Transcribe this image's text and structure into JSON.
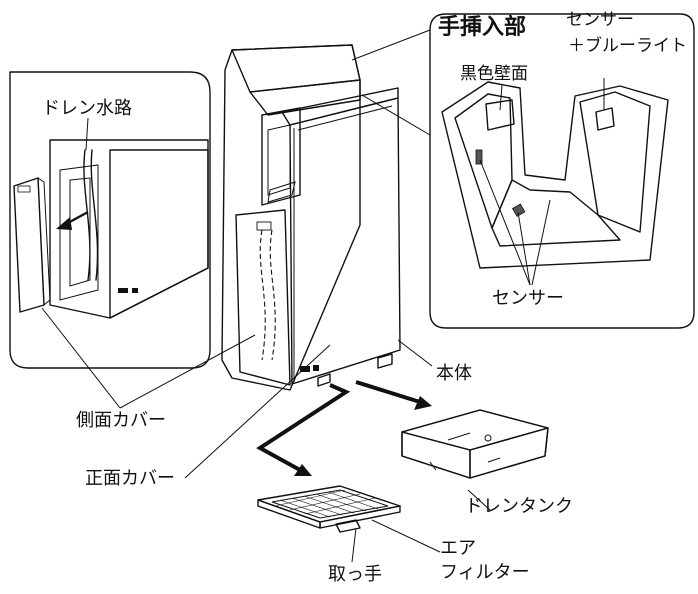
{
  "labels": {
    "hand_insertion": "手挿入部",
    "sensor_blue_light_1": "センサー",
    "sensor_blue_light_2": "＋ブルーライト",
    "black_wall": "黒色壁面",
    "drain_channel": "ドレン水路",
    "sensor": "センサー",
    "main_body": "本体",
    "side_cover": "側面カバー",
    "front_cover": "正面カバー",
    "drain_tank": "ドレンタンク",
    "air_filter_1": "エア",
    "air_filter_2": "フィルター",
    "handle": "取っ手"
  },
  "colors": {
    "body_gray": "#c9c9c9",
    "dark_gray": "#8a8a8a",
    "dark_wall": "#555555",
    "white": "#ffffff",
    "line": "#111111"
  }
}
